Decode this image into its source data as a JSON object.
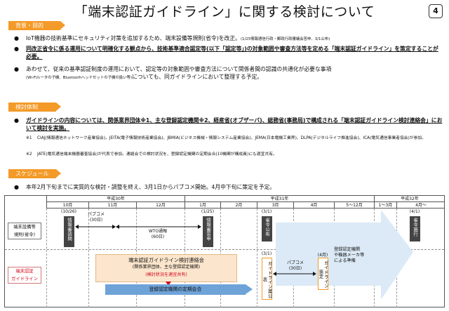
{
  "title": "「端末認証ガイドライン」に関する検討について",
  "page_number": "4",
  "sections": {
    "background": {
      "label": "背景・目的",
      "b1_text": "IoT機器の技術基準にセキュリティ対策を追加するため、端末設備等規則(省令)を改正。",
      "b1_note": "(1/25情報通信行政・郵政行政審議会答申、3/1公布)",
      "b2_text": "同改正省令に係る運用について明確化する観点から、技術基準適合認定等(以下「認定等」)の対象範囲や審査方法等を定める「端末認証ガイドライン」を策定することが必要。",
      "b3_text": "あわせて、従来の基準認証制度の運用において、認定等の対象範囲や審査方法について関係者間の認識の共通化が必要な事項",
      "b3_small": "(Wi-Fiルータの子機、Bluetoothヘッドセットの子機の扱い等)",
      "b3_tail": "についても、同ガイドラインにおいて整理する予定。"
    },
    "structure": {
      "label": "検討体制",
      "b1_text": "ガイドラインの内容については、関係業界団体※1、主な登録認定機関※2、経産省(オブザーバ)、総務省(事務局)で構成される「端末認証ガイドライン検討連絡会」において検討を実施。",
      "note1_key": "※1",
      "note1_text": "CIAJ(情報通信ネットワーク産業協会)、JEITA(電子情報技術産業協会)、JBMIA(ビジネス機械・情報システム産業協会)、JEMA(日本電機工業界)、DLPA(デジタルライフ推進協会)、ICA(電気通信事業者協会)が参加。",
      "note2_key": "※2",
      "note2_text": "JATE(電気通信端末機器審査協会)が代表で参加。連絡会での検討状況を、登録認定機関の定期会合(10機関が構成員)にも適宜共有。"
    },
    "schedule": {
      "label": "スケジュール",
      "b1_text": "本年2月下旬までに実質的な検討・調整を終え、3月1日からパブコメ開始。4月中下旬に策定を予定。"
    }
  },
  "timeline": {
    "years": [
      "平成30年",
      "平成31年",
      "平成32年"
    ],
    "months": [
      "10月",
      "11月",
      "12月",
      "1月",
      "2月",
      "3月",
      "4月",
      "5〜12月",
      "1〜3月",
      "4月〜"
    ],
    "row1_label": "端末設備等\n規則(省令)",
    "row2_label": "端末認証\nガイドライン",
    "r1_pubcome": "パブコメ\n(30日)",
    "r1_wto": "WTO通報\n(60日)",
    "r1_date_1026": "(10/26)",
    "r1_date_125": "(1/25)",
    "r1_date_31": "(3/1)",
    "r1_date_41": "(4/1)",
    "r1_box1": "情報審諮問",
    "r1_box2": "情報審答申",
    "r1_box3": "省令公布",
    "r1_box4": "省令施行",
    "r2_date_31": "(3/1)",
    "r2_date_4": "(4月)",
    "r2_box1": "ガイドライン案公表",
    "r2_box2": "ガイドライン策定",
    "r2_pubcome": "パブコメ\n(30日)",
    "r2_big_title": "端末認証ガイドライン検討連絡会",
    "r2_big_sub": "(関係業界団体、主な登録認定機関)",
    "r2_big_red": "(検討状況を適宜共有)",
    "r2_blue": "登録認定機関の定期会合",
    "r2_arrow_text": "登録認定機関\nや機器メーカ等\nによる準備"
  },
  "colors": {
    "section_label": "#f39a28",
    "dark_box": "#444444",
    "bigbox_fill": "#fbe6cd",
    "blue_bar": "#6fa3d8",
    "big_arrow": "#dbeaf6",
    "red_text": "#d0021b"
  }
}
